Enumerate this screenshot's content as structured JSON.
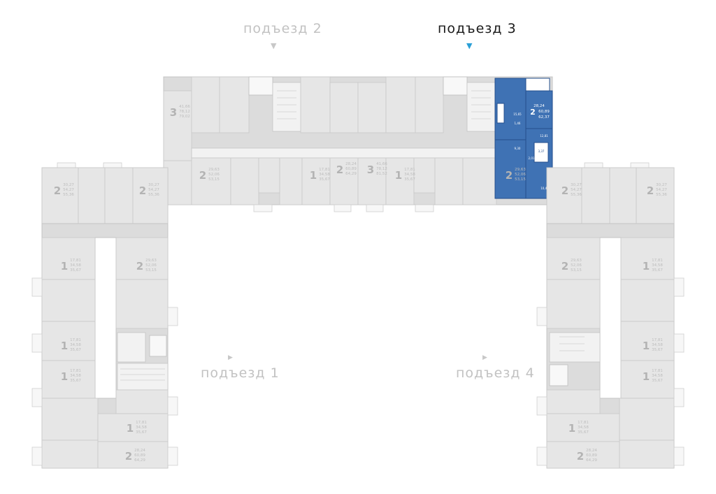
{
  "entrances": {
    "e1": "подъезд 1",
    "e2": "подъезд 2",
    "e3": "подъезд 3",
    "e4": "подъезд 4"
  },
  "active_entrance": "подъезд 3",
  "colors": {
    "highlight": "#3f72b4",
    "active_arrow": "#2a9fd6"
  },
  "icons": {
    "arrow_down": "▼",
    "arrow_right": "▶"
  },
  "selected_apartment": {
    "rooms": "2",
    "living_area": "28,24",
    "area": "60,89",
    "total_area": "62,37",
    "room_areas": [
      "15,65",
      "12,81",
      "9,30",
      "10,42",
      "1,46",
      "2,01",
      "3,37"
    ]
  },
  "apartments": {
    "top_left_3": {
      "rooms": "3",
      "living": "41,66",
      "area": "78,12",
      "total": "79,02"
    },
    "top_2a": {
      "rooms": "2",
      "living": "29,63",
      "area": "52,06",
      "total": "53,15"
    },
    "top_1a": {
      "rooms": "1",
      "living": "17,81",
      "area": "34,58",
      "total": "35,67"
    },
    "top_2b": {
      "rooms": "2",
      "living": "28,24",
      "area": "60,89",
      "total": "64,29"
    },
    "top_3b": {
      "rooms": "3",
      "living": "41,66",
      "area": "78,12",
      "total": "81,52"
    },
    "top_1b": {
      "rooms": "1",
      "living": "17,81",
      "area": "34,58",
      "total": "35,67"
    },
    "top_2c": {
      "rooms": "2",
      "living": "29,63",
      "area": "52,06",
      "total": "53,15"
    },
    "left_2a": {
      "rooms": "2",
      "living": "30,27",
      "area": "54,27",
      "total": "55,36"
    },
    "left_2b": {
      "rooms": "2",
      "living": "30,27",
      "area": "54,27",
      "total": "55,36"
    },
    "left_1a": {
      "rooms": "1",
      "living": "17,81",
      "area": "34,58",
      "total": "35,67"
    },
    "left_2c": {
      "rooms": "2",
      "living": "29,63",
      "area": "52,06",
      "total": "53,15"
    },
    "left_1b": {
      "rooms": "1",
      "living": "17,81",
      "area": "34,58",
      "total": "35,67"
    },
    "left_1c": {
      "rooms": "1",
      "living": "17,81",
      "area": "34,58",
      "total": "35,67"
    },
    "left_1d": {
      "rooms": "1",
      "living": "17,81",
      "area": "34,58",
      "total": "35,67"
    },
    "left_2d": {
      "rooms": "2",
      "living": "28,24",
      "area": "60,89",
      "total": "64,29"
    },
    "right_2a": {
      "rooms": "2",
      "living": "30,27",
      "area": "54,27",
      "total": "55,36"
    },
    "right_2b": {
      "rooms": "2",
      "living": "30,27",
      "area": "54,27",
      "total": "55,36"
    },
    "right_2c": {
      "rooms": "2",
      "living": "29,63",
      "area": "52,06",
      "total": "53,15"
    },
    "right_1a": {
      "rooms": "1",
      "living": "17,81",
      "area": "34,58",
      "total": "35,67"
    },
    "right_1b": {
      "rooms": "1",
      "living": "17,81",
      "area": "34,58",
      "total": "35,67"
    },
    "right_1c": {
      "rooms": "1",
      "living": "17,81",
      "area": "34,58",
      "total": "35,67"
    },
    "right_1d": {
      "rooms": "1",
      "living": "17,81",
      "area": "34,58",
      "total": "35,67"
    },
    "right_2d": {
      "rooms": "2",
      "living": "28,24",
      "area": "60,89",
      "total": "64,29"
    }
  }
}
